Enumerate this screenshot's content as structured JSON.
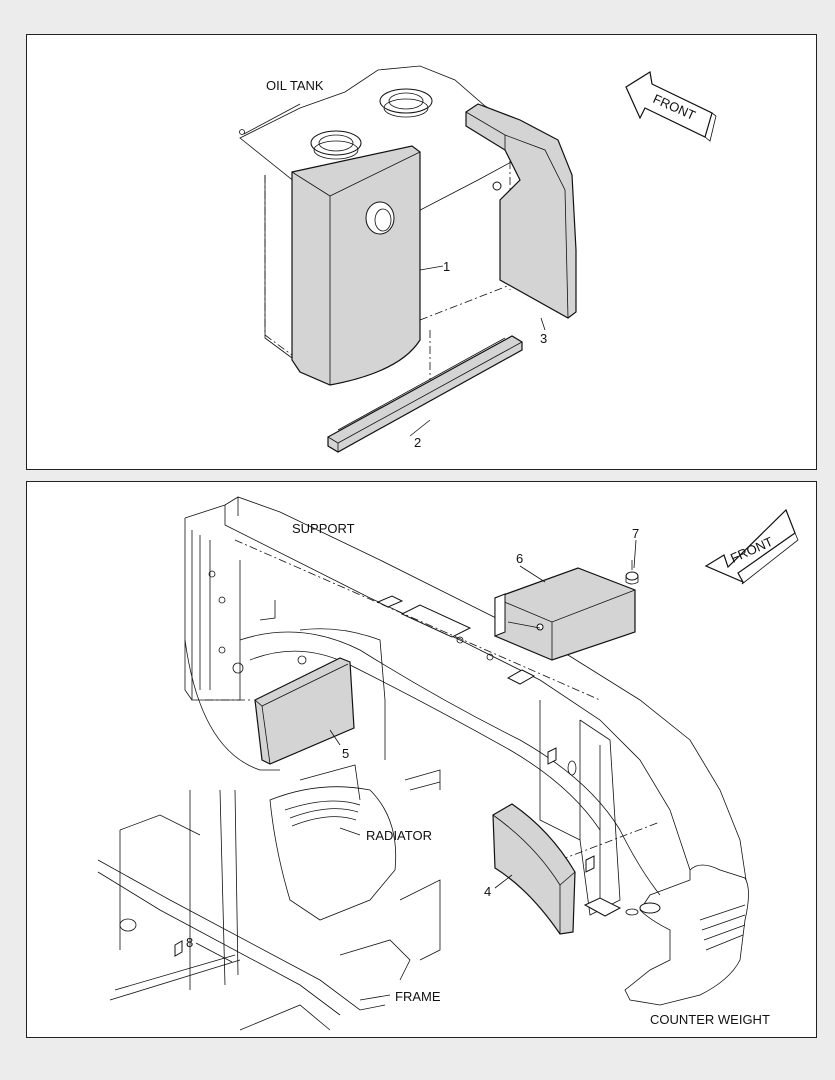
{
  "top": {
    "label_oil_tank": "OIL TANK",
    "front": "FRONT",
    "callouts": [
      "1",
      "2",
      "3"
    ]
  },
  "bottom": {
    "label_support": "SUPPORT",
    "label_radiator": "RADIATOR",
    "label_frame": "FRAME",
    "label_counter_weight": "COUNTER WEIGHT",
    "front": "FRONT",
    "callouts": [
      "4",
      "5",
      "6",
      "7",
      "8"
    ]
  }
}
